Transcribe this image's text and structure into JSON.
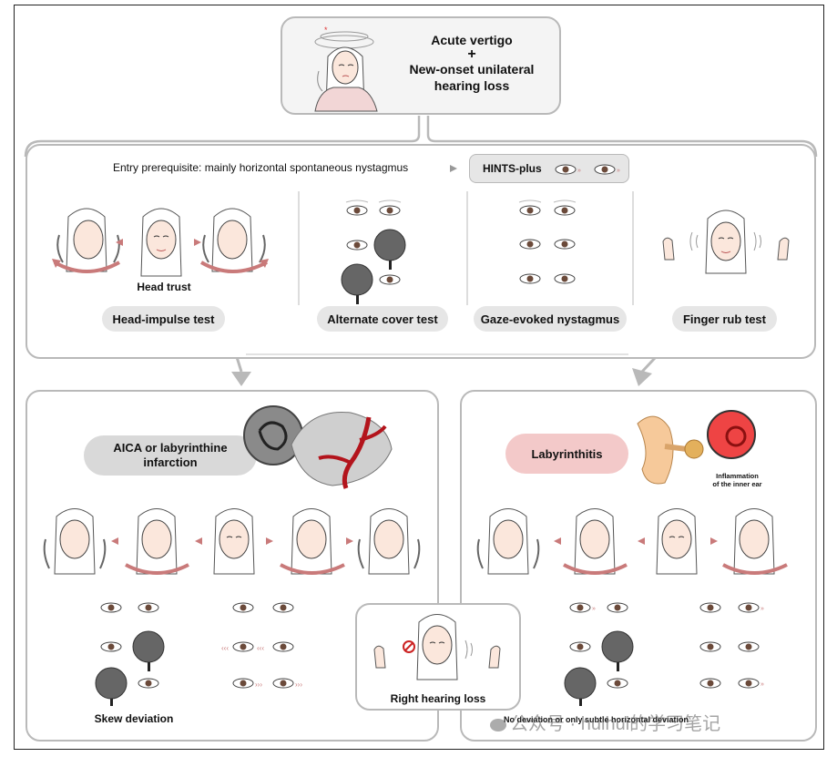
{
  "top": {
    "title_line1": "Acute vertigo",
    "plus": "+",
    "title_line2": "New-onset unilateral",
    "title_line3": "hearing loss"
  },
  "hints": {
    "entry_text": "Entry prerequisite: mainly horizontal spontaneous nystagmus",
    "badge": "HINTS-plus",
    "head_trust": "Head trust",
    "tests": [
      "Head-impulse test",
      "Alternate cover test",
      "Gaze-evoked nystagmus",
      "Finger rub test"
    ]
  },
  "left_panel": {
    "diagnosis_line1": "AICA or labyrinthine",
    "diagnosis_line2": "infarction",
    "skew_label": "Skew deviation"
  },
  "right_panel": {
    "diagnosis": "Labyrinthitis",
    "inflammation_line1": "Inflammation",
    "inflammation_line2": "of the inner ear",
    "no_deviation": "No deviation or only subtle horizontal deviation"
  },
  "center_box": {
    "label": "Right hearing loss"
  },
  "watermark": "公众号 · huihui的学习笔记",
  "colors": {
    "border": "#b9b9b9",
    "pill_gray": "#e6e6e6",
    "pill_pink": "#f3c9c9",
    "arrow_red": "#c97a7a",
    "vessel_red": "#b3141c"
  }
}
